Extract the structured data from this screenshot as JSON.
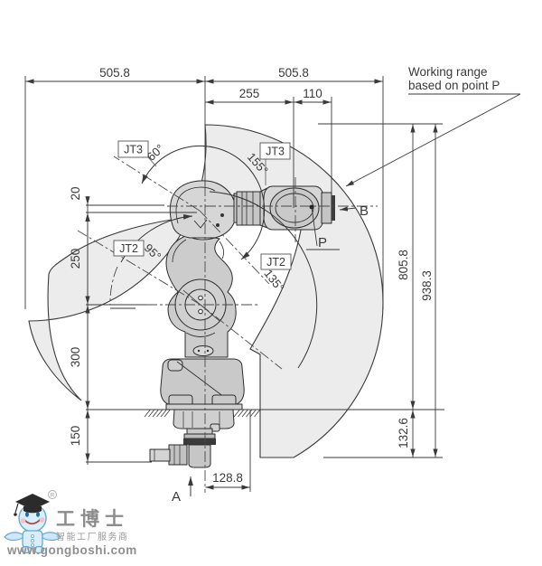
{
  "note": {
    "line1": "Working range",
    "line2": "based on point P"
  },
  "dimensions": {
    "top_left": "505.8",
    "top_right": "505.8",
    "mid_255": "255",
    "mid_110": "110",
    "left_20": "20",
    "left_250": "250",
    "left_300": "300",
    "left_150": "150",
    "right_805": "805.8",
    "right_938": "938.3",
    "right_132": "132.6",
    "bottom_128": "128.8"
  },
  "joints": {
    "jt3_left": "JT3",
    "jt3_right": "JT3",
    "jt2_left": "JT2",
    "jt2_right": "JT2",
    "angle_60": "60°",
    "angle_155": "155°",
    "angle_95": "95°",
    "angle_135": "135°"
  },
  "points": {
    "a": "A",
    "b": "B",
    "p": "P"
  },
  "logo": {
    "brand": "工博士",
    "tagline": "智能工厂服务商",
    "website": "www.gongboshi.com",
    "registered": "R"
  },
  "colors": {
    "range_fill": "#ececec",
    "outline": "#3a3a3a",
    "robot_fill_light": "#d6d6d6",
    "robot_fill_mid": "#c9c9c9",
    "flange_dark": "#3d3d3d",
    "logo_blue_fill": "#d9eefb",
    "logo_blue_stroke": "#6aa7cf",
    "logo_text_gray": "#8c8c8c"
  }
}
